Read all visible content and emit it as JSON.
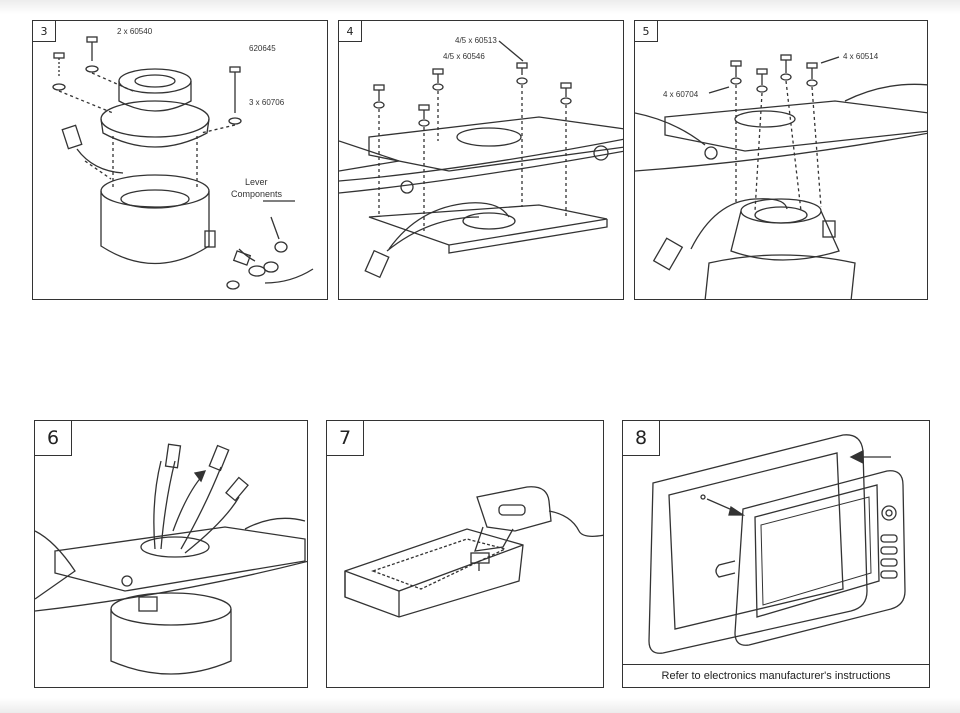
{
  "panels": [
    {
      "step": "3",
      "labels": {
        "screws_top": "2 x 60540",
        "part_a": "620645",
        "part_b": "3 x 60706",
        "lever_1": "Lever",
        "lever_2": "Components"
      }
    },
    {
      "step": "4",
      "labels": {
        "part_a": "4/5 x 60513",
        "part_b": "4/5 x 60546"
      }
    },
    {
      "step": "5",
      "labels": {
        "part_a": "4 x 60514",
        "part_b": "4 x 60704"
      }
    },
    {
      "step": "6"
    },
    {
      "step": "7"
    },
    {
      "step": "8",
      "caption": "Refer to electronics manufacturer's instructions"
    }
  ],
  "colors": {
    "line": "#333333",
    "border": "#333333",
    "page": "#ffffff"
  }
}
